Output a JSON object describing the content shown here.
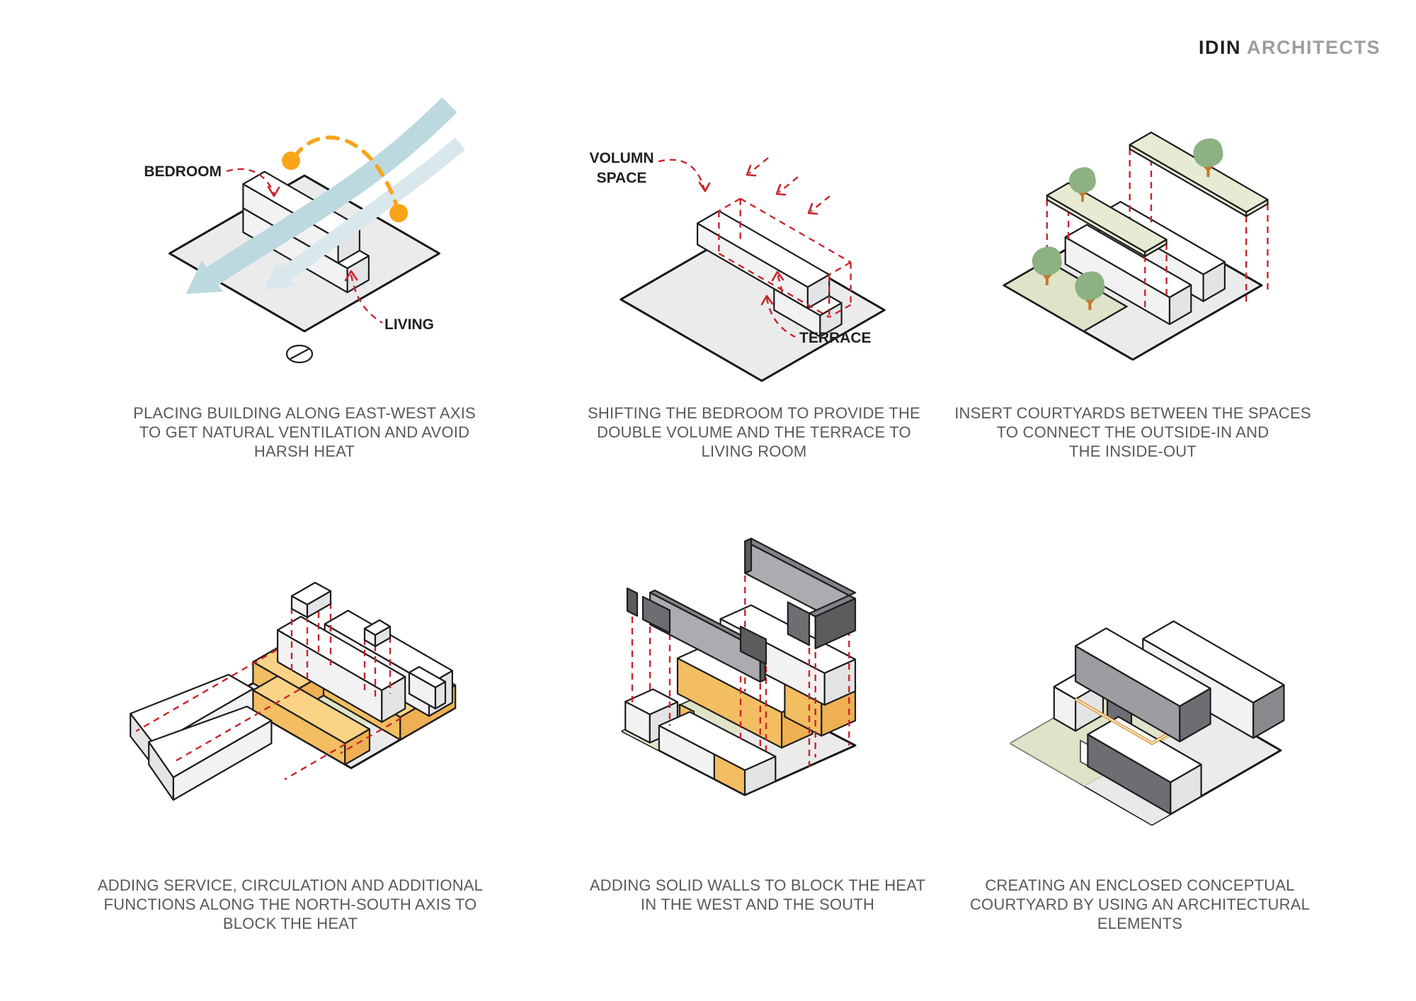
{
  "logo": {
    "primary": "IDIN",
    "secondary": "ARCHITECTS"
  },
  "colors": {
    "accent_red": "#c9252c",
    "sun_orange": "#f9a51b",
    "wind_blue": "#bcd9df",
    "leaf_green": "#8db183",
    "courtyard_green": "#dfe3c8",
    "service_yellow": "#f8cd77",
    "wall_dark": "#58595b",
    "caption_gray": "#58595b"
  },
  "diagrams": [
    {
      "labels": {
        "bedroom": "BEDROOM",
        "living": "LIVING"
      },
      "caption_lines": [
        "PLACING BUILDING ALONG EAST-WEST AXIS",
        "TO GET NATURAL VENTILATION AND AVOID",
        "HARSH HEAT"
      ]
    },
    {
      "labels": {
        "volume_1": "VOLUMN",
        "volume_2": "SPACE",
        "terrace": "TERRACE"
      },
      "caption_lines": [
        "SHIFTING THE BEDROOM TO PROVIDE THE",
        "DOUBLE VOLUME AND THE TERRACE TO",
        "LIVING ROOM"
      ]
    },
    {
      "caption_lines": [
        "INSERT COURTYARDS BETWEEN THE SPACES",
        "TO CONNECT THE OUTSIDE-IN AND",
        "THE INSIDE-OUT"
      ]
    },
    {
      "caption_lines": [
        "ADDING SERVICE, CIRCULATION AND  ADDITIONAL",
        "FUNCTIONS ALONG THE NORTH-SOUTH AXIS TO",
        "BLOCK THE HEAT"
      ]
    },
    {
      "caption_lines": [
        "ADDING SOLID WALLS TO BLOCK THE HEAT",
        "IN THE WEST AND THE SOUTH"
      ]
    },
    {
      "caption_lines": [
        "CREATING AN ENCLOSED CONCEPTUAL",
        "COURTYARD BY USING AN ARCHITECTURAL",
        "ELEMENTS"
      ]
    }
  ]
}
